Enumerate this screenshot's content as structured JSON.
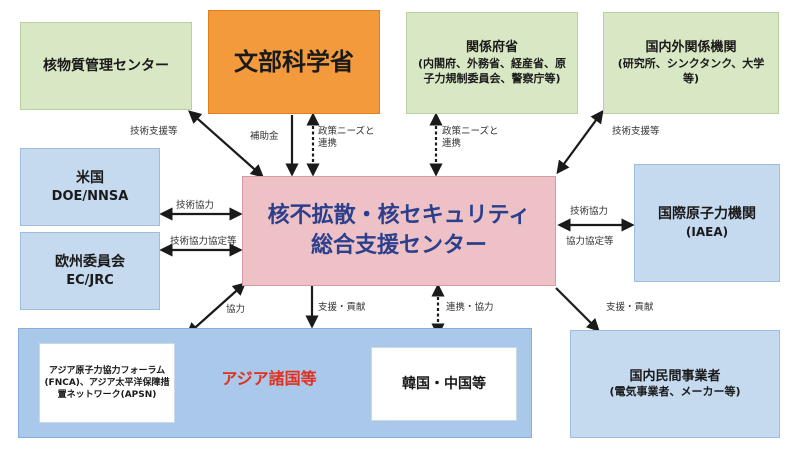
{
  "nodes": {
    "nuclear_material_center": "核物質管理センター",
    "mext": "文部科学省",
    "ministries": {
      "title": "関係府省",
      "detail": "(内閣府、外務省、経産省、原子力規制委員会、警察庁等)"
    },
    "domestic_foreign": {
      "title": "国内外関係機関",
      "detail": "(研究所、シンクタンク、大学等)"
    },
    "us": {
      "title": "米国",
      "detail": "DOE/NNSA"
    },
    "eu": {
      "title": "欧州委員会",
      "detail": "EC/JRC"
    },
    "center": {
      "line1": "核不拡散・核セキュリティ",
      "line2": "総合支援センター"
    },
    "iaea": {
      "title": "国際原子力機関",
      "detail": "(IAEA)"
    },
    "asia": {
      "title": "アジア諸国等",
      "fnca": "アジア原子力協力フォーラム(FNCA)、アジア太平洋保障措置ネットワーク(APSN)",
      "korea_china": "韓国・中国等"
    },
    "private": {
      "title": "国内民間事業者",
      "detail": "(電気事業者、メーカー等)"
    }
  },
  "edge_labels": {
    "tech_support_left": "技術支援等",
    "subsidy": "補助金",
    "policy_needs_mext": "政策ニーズと\n連携",
    "policy_needs_ministries": "政策ニーズと\n連携",
    "tech_support_right": "技術支援等",
    "coop_us": "技術協力",
    "coop_eu": "技術協力協定等",
    "coop_iaea": "技術協力",
    "coop_iaea2": "協力協定等",
    "asia_coop": "協力",
    "asia_support": "支援・貢献",
    "korea_coop": "連携・協力",
    "private_support": "支援・貢献"
  },
  "colors": {
    "green": "#d9e8c4",
    "blue": "#c5d9ef",
    "orange": "#f39a3c",
    "pink": "#eec1c6",
    "center_text": "#2b3f8c",
    "asia_title": "#e0301e",
    "arrow": "#1a1a1a"
  }
}
